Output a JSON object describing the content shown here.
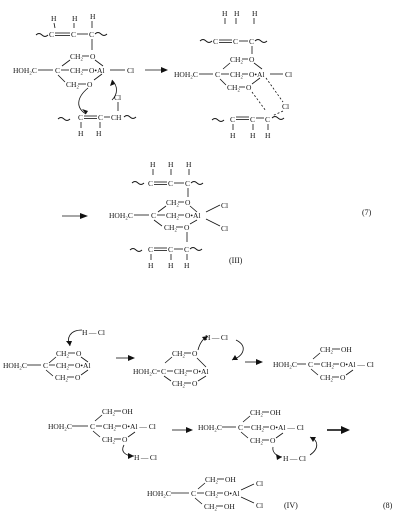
{
  "atoms": {
    "H": "H",
    "C": "C",
    "CH": "CH",
    "CH2": "CH₂",
    "O": "O",
    "Al": "Al",
    "Cl": "Cl",
    "HOH2C": "HOH₂C",
    "OH": "OH",
    "HCl": "H — Cl",
    "O_Al": "O•Al",
    "O_Al_Cl": "O•Al  —  Cl"
  },
  "equation_labels": {
    "eq7": "(7)",
    "eq8": "(8)"
  },
  "product_labels": {
    "III": "(III)",
    "IV": "(IV)"
  }
}
